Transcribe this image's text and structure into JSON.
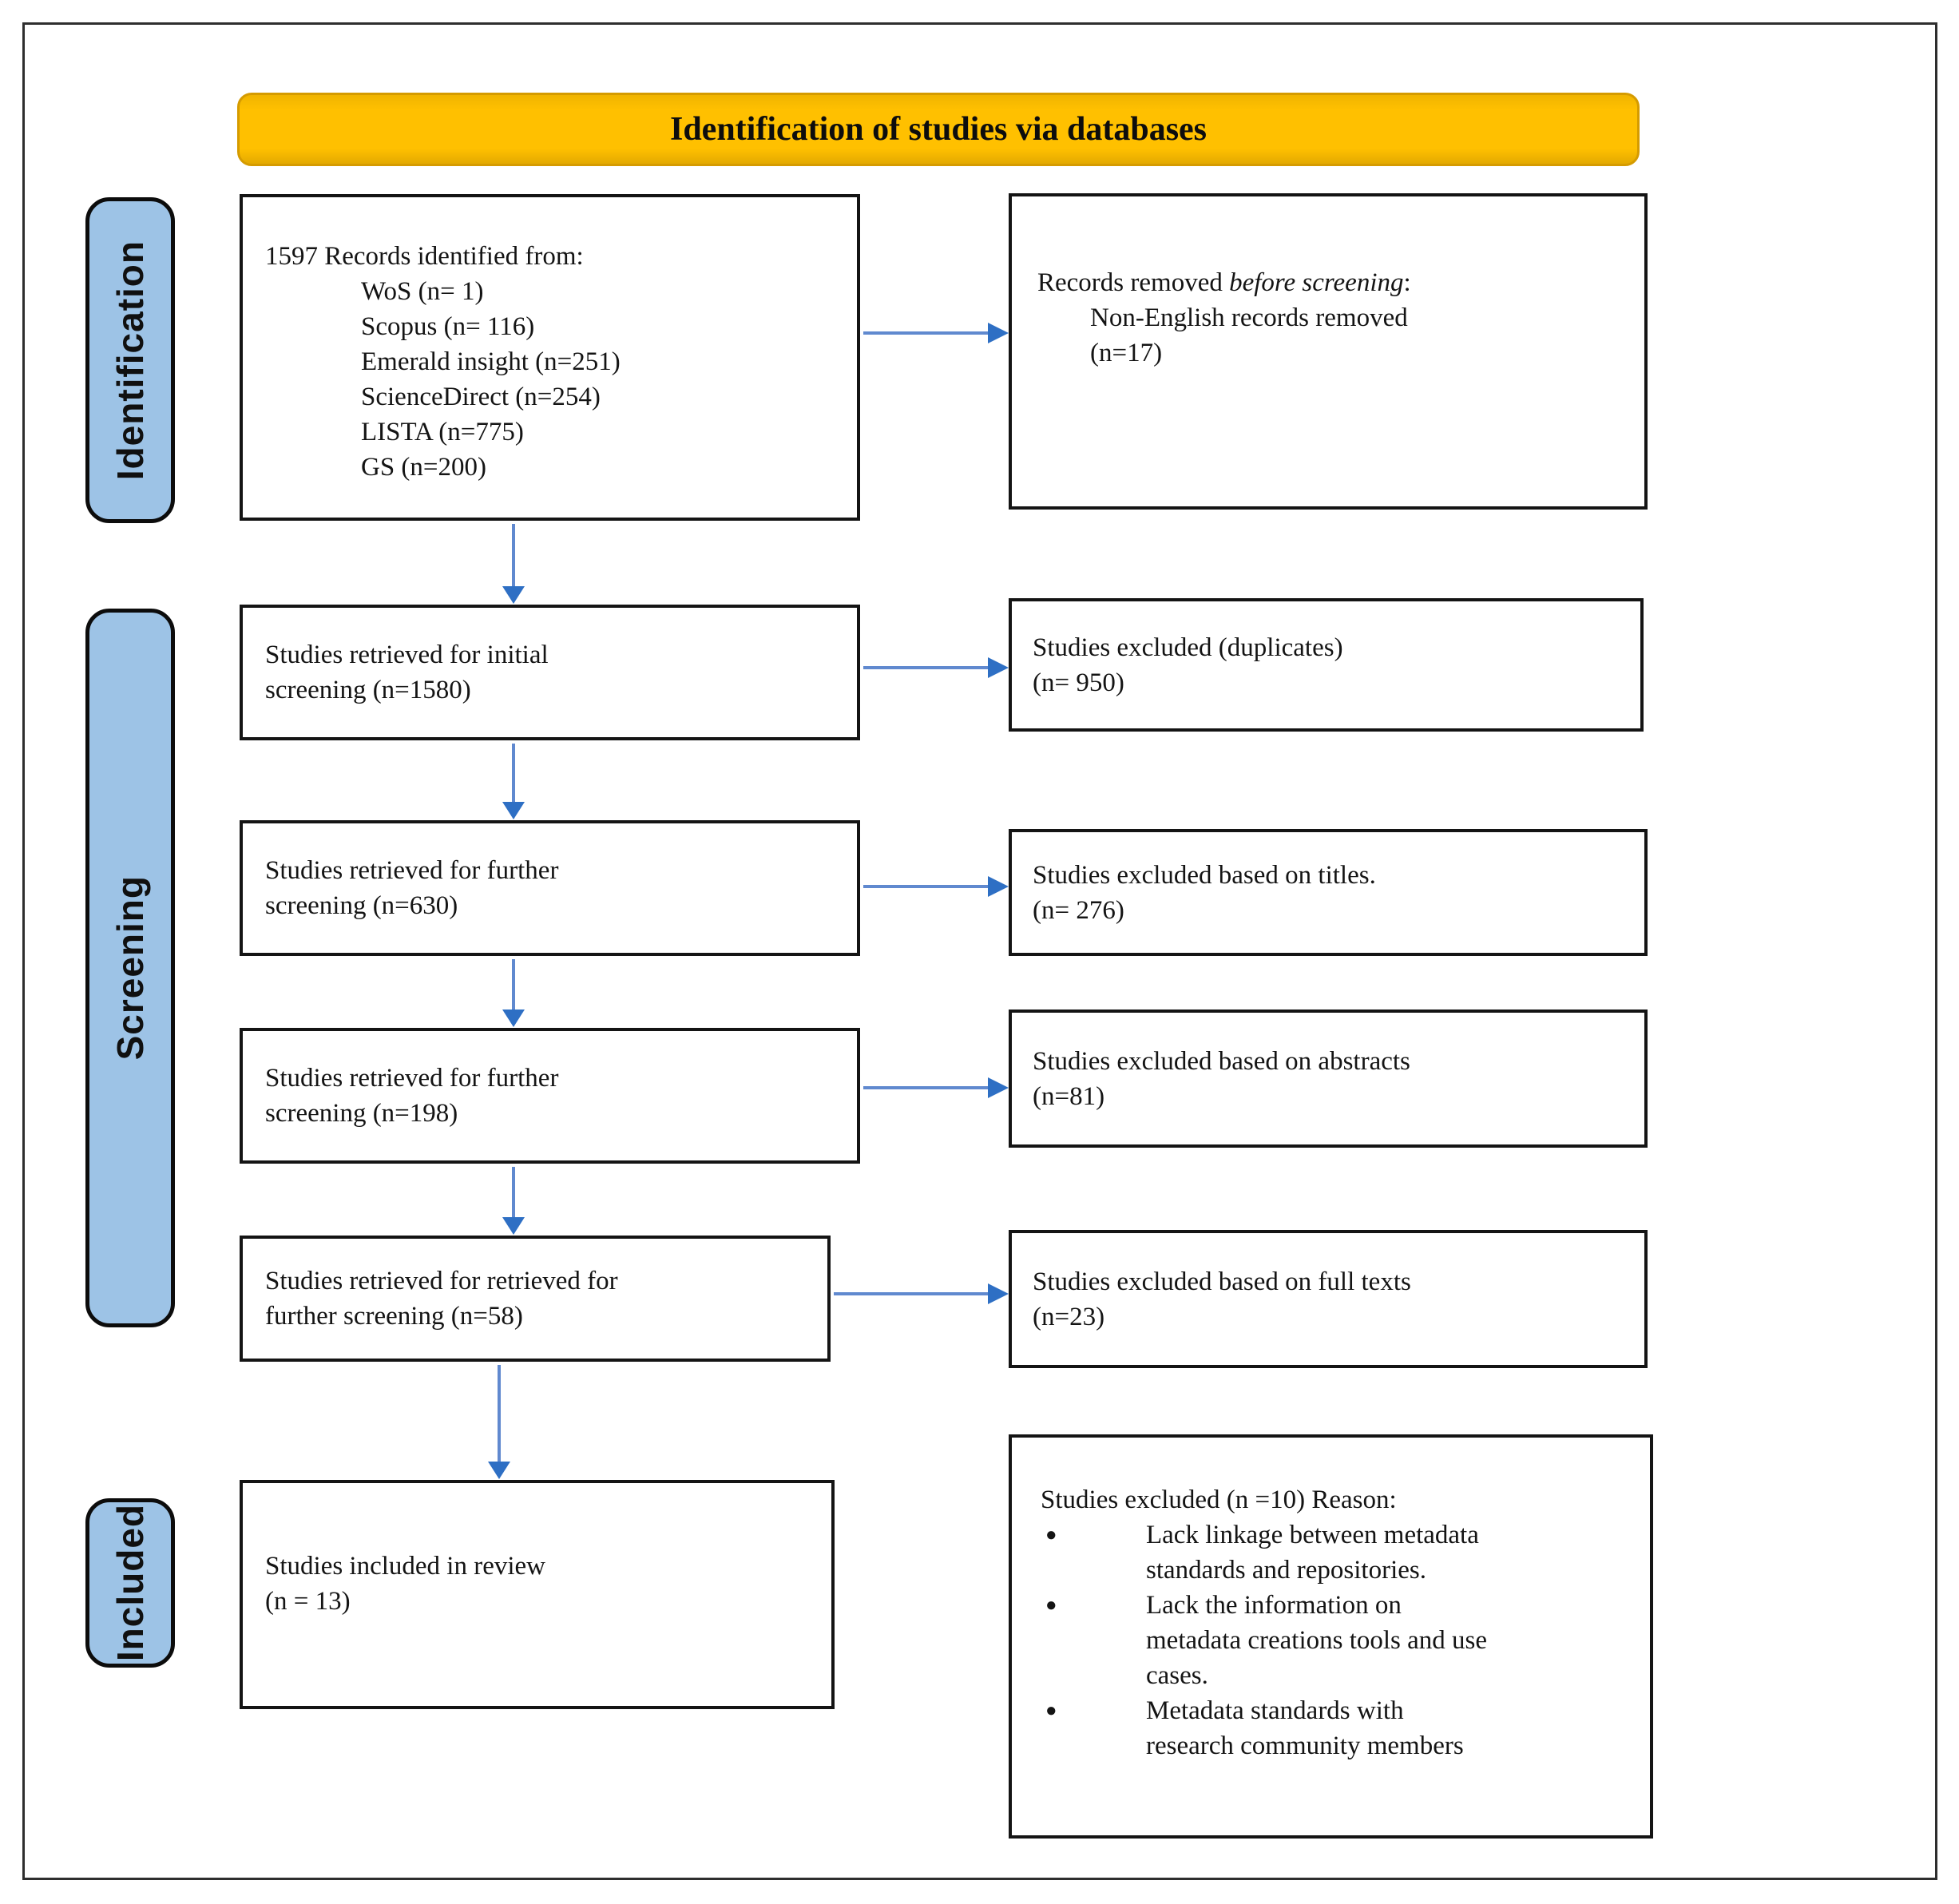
{
  "header": {
    "title": "Identification of studies via databases"
  },
  "colors": {
    "header_bg": "#FFC000",
    "stage_bg": "#9DC3E6",
    "arrow_line": "#6089CF",
    "arrow_head": "#2E6FC4"
  },
  "stages": {
    "identification": "Identification",
    "screening": "Screening",
    "included": "Included"
  },
  "flow": {
    "identified": {
      "title": "1597 Records identified from:",
      "sources": [
        "WoS (n= 1)",
        "Scopus (n= 116)",
        "Emerald insight (n=251)",
        "ScienceDirect (n=254)",
        "LISTA (n=775)",
        "GS (n=200)"
      ]
    },
    "initial_screening": [
      "Studies retrieved for initial",
      "screening (n=1580)"
    ],
    "further_screening_630": [
      "Studies retrieved for further",
      "screening (n=630)"
    ],
    "further_screening_198": [
      "Studies retrieved for further",
      "screening (n=198)"
    ],
    "further_screening_58": [
      "Studies retrieved for retrieved for",
      "further screening (n=58)"
    ],
    "included": [
      "Studies included in review",
      "(n = 13)"
    ]
  },
  "exclusions": {
    "before_screening": {
      "prefix": "Records removed ",
      "emphasis": "before screening",
      "suffix": ":",
      "lines": [
        "Non-English records removed",
        "(n=17)"
      ]
    },
    "duplicates": [
      "Studies excluded (duplicates)",
      "(n= 950)"
    ],
    "titles": [
      "Studies excluded based on titles.",
      "(n= 276)"
    ],
    "abstracts": [
      "Studies excluded based on abstracts",
      "(n=81)"
    ],
    "full_texts": [
      "Studies excluded based on full texts",
      "(n=23)"
    ],
    "reasons": {
      "title": "Studies excluded (n =10) Reason:",
      "bullet_glyph": "●",
      "bullets": [
        [
          "Lack linkage between metadata",
          "standards and repositories."
        ],
        [
          "Lack the information on",
          "metadata creations tools and use",
          "cases."
        ],
        [
          "Metadata standards with",
          "research community members"
        ]
      ]
    }
  }
}
